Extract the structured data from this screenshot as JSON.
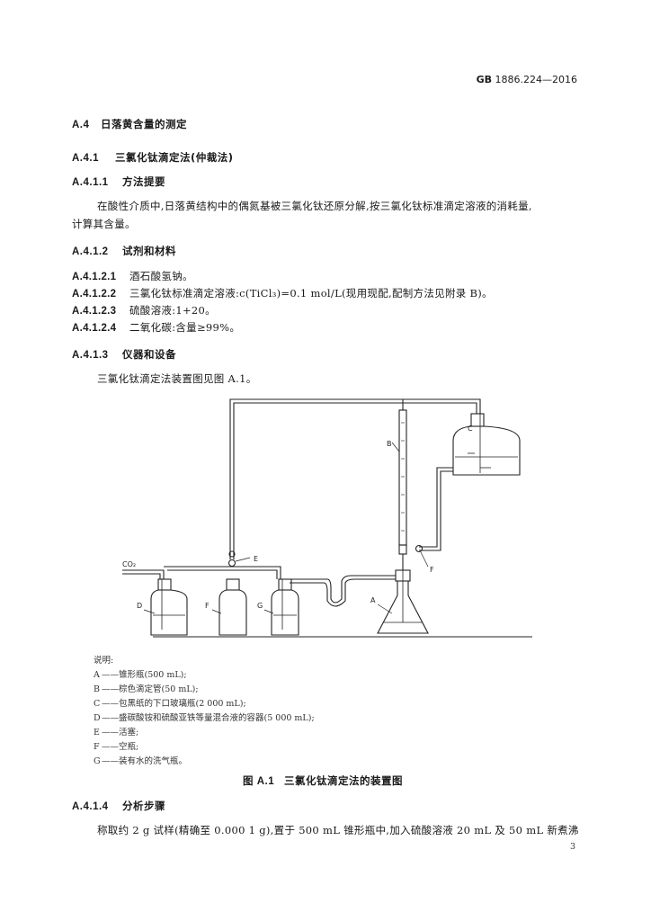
{
  "header": {
    "std_prefix": "GB",
    "std_number": "1886.224—2016"
  },
  "section_a4": {
    "num": "A.4",
    "title": "日落黄含量的测定"
  },
  "section_a41": {
    "num": "A.4.1",
    "title": "三氯化钛滴定法(仲裁法)"
  },
  "section_a411": {
    "num": "A.4.1.1",
    "title": "方法提要"
  },
  "principle": {
    "line1": "在酸性介质中,日落黄结构中的偶氮基被三氯化钛还原分解,按三氯化钛标准滴定溶液的消耗量,",
    "line2": "计算其含量。"
  },
  "section_a412": {
    "num": "A.4.1.2",
    "title": "试剂和材料"
  },
  "reagents": [
    {
      "num": "A.4.1.2.1",
      "text": "酒石酸氢钠。"
    },
    {
      "num": "A.4.1.2.2",
      "text": "三氯化钛标准滴定溶液:c(TiCl₃)=0.1 mol/L(现用现配,配制方法见附录 B)。"
    },
    {
      "num": "A.4.1.2.3",
      "text": "硫酸溶液:1+20。"
    },
    {
      "num": "A.4.1.2.4",
      "text": "二氧化碳:含量≥99%。"
    }
  ],
  "section_a413": {
    "num": "A.4.1.3",
    "title": "仪器和设备"
  },
  "apparatus_intro": "三氯化钛滴定法装置图见图 A.1。",
  "diagram_labels": {
    "co2": "CO₂",
    "a": "A",
    "b": "B",
    "c": "C",
    "d": "D",
    "e": "E",
    "f": "F",
    "g": "G"
  },
  "legend_title": "说明:",
  "legend": [
    {
      "key": "A",
      "text": "——锥形瓶(500 mL);"
    },
    {
      "key": "B",
      "text": "——棕色滴定管(50 mL);"
    },
    {
      "key": "C",
      "text": "——包黑纸的下口玻璃瓶(2 000 mL);"
    },
    {
      "key": "D",
      "text": "——盛碳酸铵和硫酸亚铁等量混合液的容器(5 000 mL);"
    },
    {
      "key": "E",
      "text": "——活塞;"
    },
    {
      "key": "F",
      "text": "——空瓶;"
    },
    {
      "key": "G",
      "text": "——装有水的洗气瓶。"
    }
  ],
  "figure_caption": {
    "num": "图 A.1",
    "title": "三氯化钛滴定法的装置图"
  },
  "section_a414": {
    "num": "A.4.1.4",
    "title": "分析步骤"
  },
  "procedure_line": "称取约 2 g 试样(精确至 0.000 1 g),置于 500 mL 锥形瓶中,加入硫酸溶液 20 mL 及 50 mL 新煮沸",
  "page_number": "3"
}
